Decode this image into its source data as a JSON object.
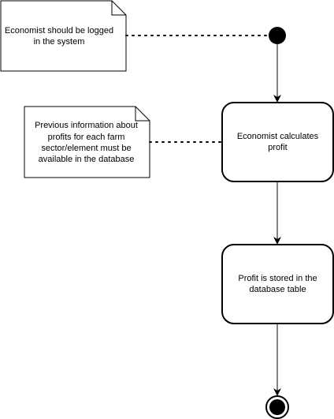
{
  "notes": [
    {
      "text": "Economist should be logged in the system"
    },
    {
      "text": "Previous information about profits for each farm sector/element must be available in the database"
    }
  ],
  "activities": [
    {
      "text": "Economist calculates profit"
    },
    {
      "text": "Profit is stored in the database table"
    }
  ],
  "colors": {
    "stroke": "#000000",
    "fill": "#ffffff",
    "node": "#000000"
  }
}
